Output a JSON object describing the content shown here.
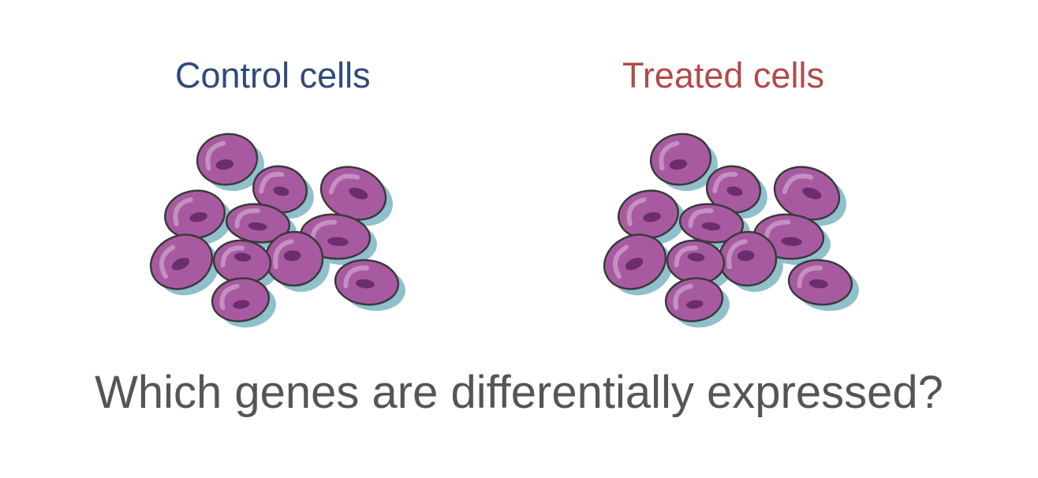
{
  "groups": [
    {
      "label": "Control cells",
      "color": "#2f4a7a"
    },
    {
      "label": "Treated cells",
      "color": "#b04a4a"
    }
  ],
  "question": "Which genes are differentially expressed?",
  "colors": {
    "cell_fill": "#a85aa0",
    "cell_outline": "#3a3a3a",
    "nucleus": "#6b2d6e",
    "shadow": "#8fc0cc",
    "highlight": "#c99ac6"
  }
}
